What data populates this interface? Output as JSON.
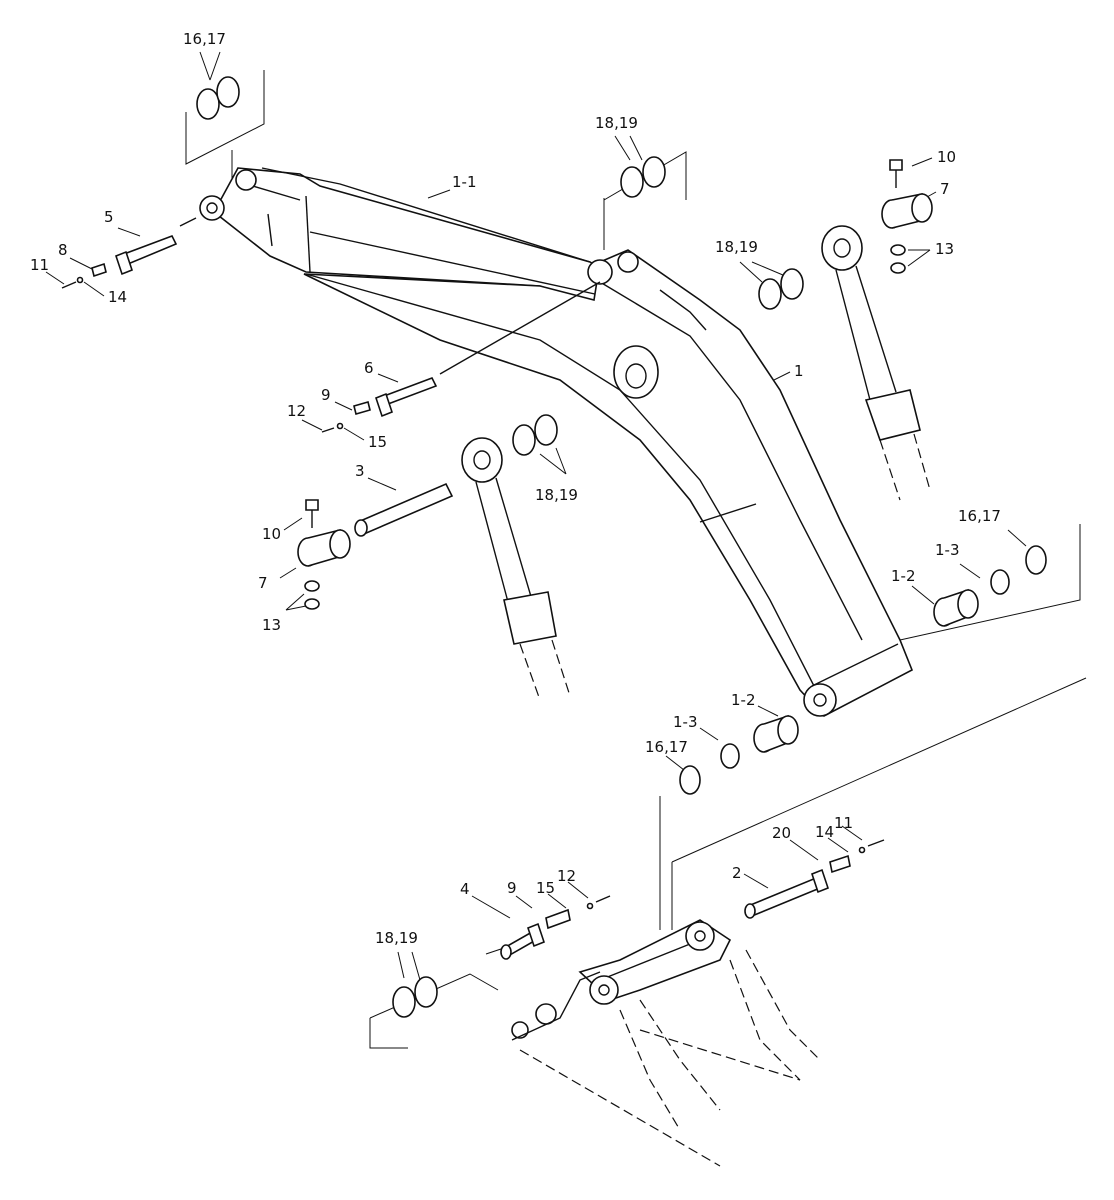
{
  "diagram": {
    "callouts": {
      "c_1617_top": "16,17",
      "c_1819_top": "18,19",
      "c_1_1": "1-1",
      "c_5": "5",
      "c_8_top": "8",
      "c_11_top": "11",
      "c_14_top": "14",
      "c_10_right": "10",
      "c_7_right": "7",
      "c_13_right": "13",
      "c_1819_mid": "18,19",
      "c_1_boom": "1",
      "c_6": "6",
      "c_9_mid": "9",
      "c_12_mid": "12",
      "c_15_mid": "15",
      "c_3": "3",
      "c_1819_cyl": "18,19",
      "c_10_left": "10",
      "c_7_left": "7",
      "c_13_left": "13",
      "c_1617_right": "16,17",
      "c_1_3_right": "1-3",
      "c_1_2_right": "1-2",
      "c_1_2_lower": "1-2",
      "c_1_3_lower": "1-3",
      "c_1617_lower": "16,17",
      "c_11_bottom": "11",
      "c_14_bottom": "14",
      "c_20": "20",
      "c_2": "2",
      "c_12_bottom": "12",
      "c_15_bottom": "15",
      "c_9_bottom": "9",
      "c_4": "4",
      "c_1819_bottom": "18,19"
    }
  }
}
